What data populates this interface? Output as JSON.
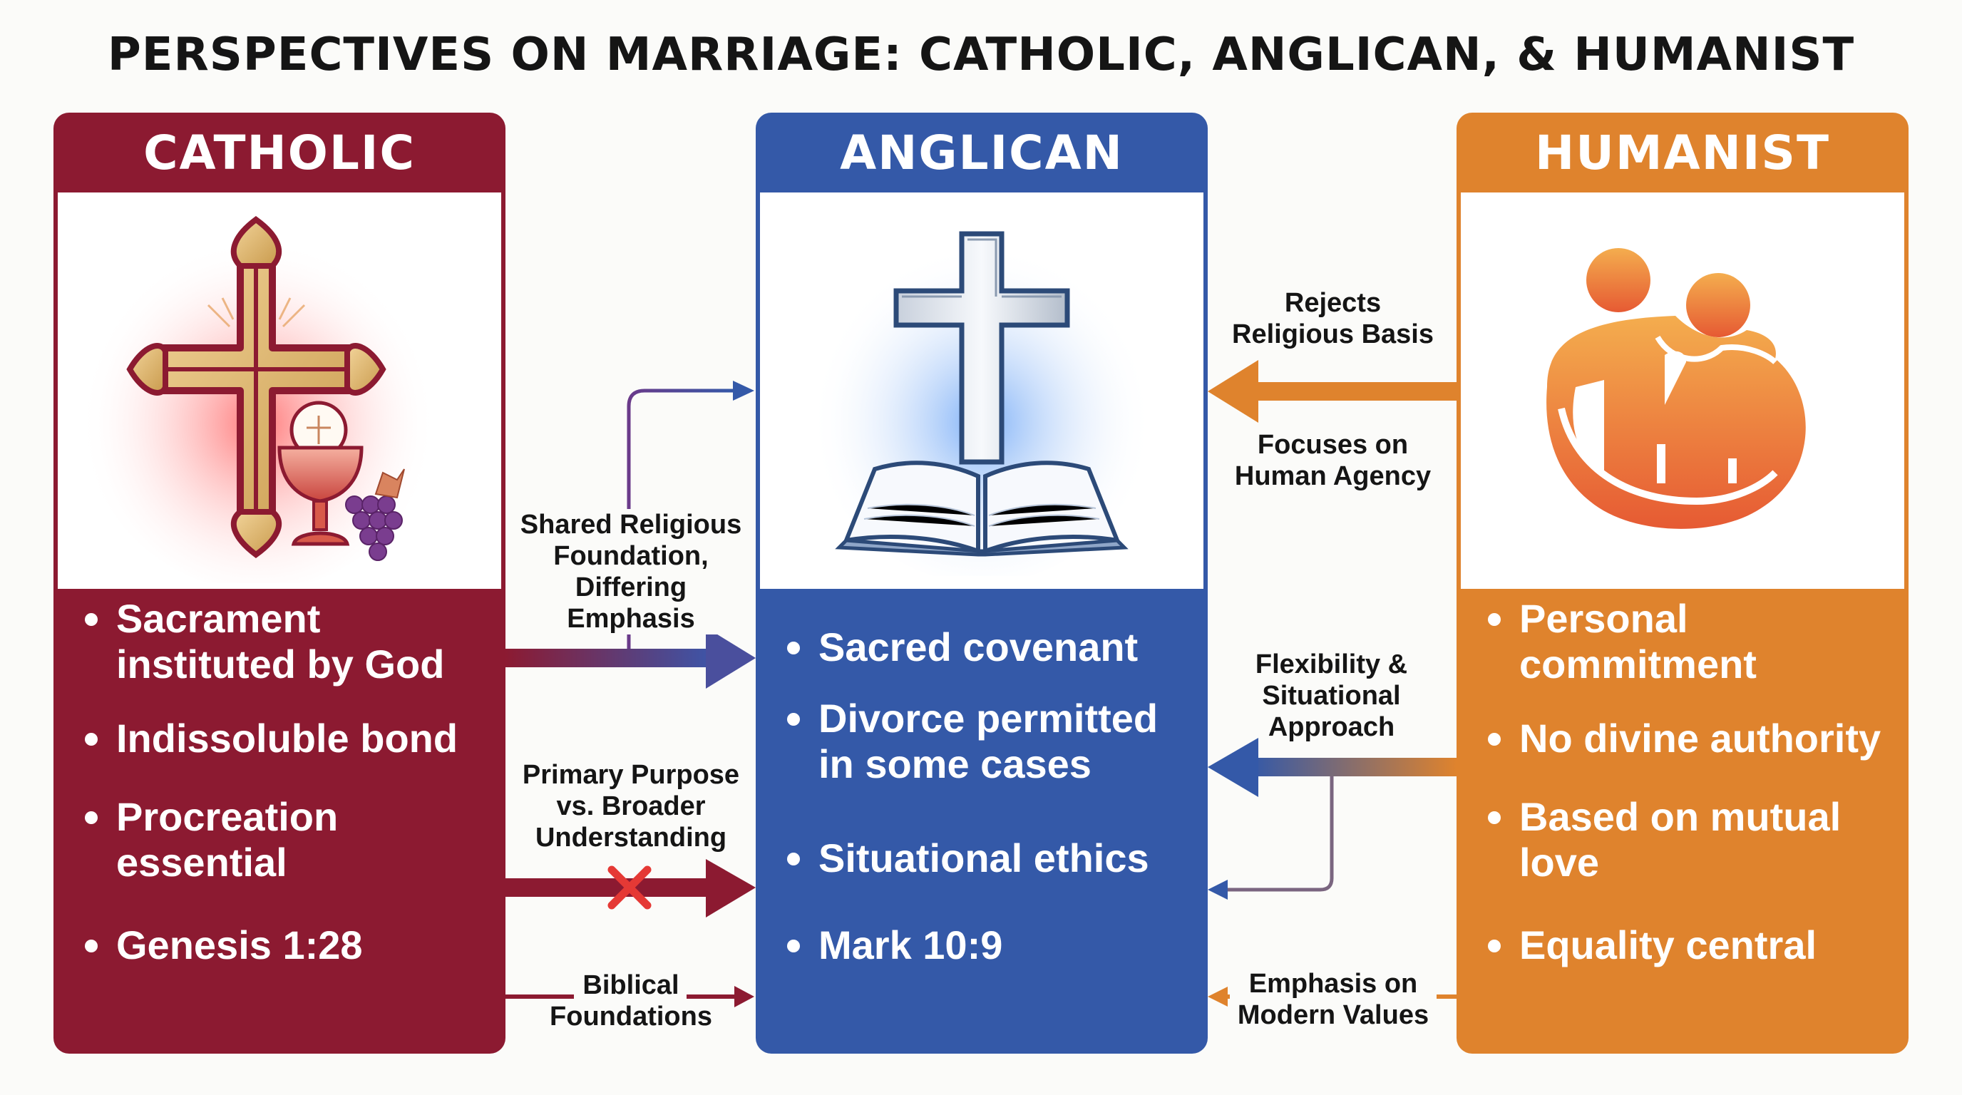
{
  "title": "PERSPECTIVES ON MARRIAGE: CATHOLIC, ANGLICAN, & HUMANIST",
  "colors": {
    "catholic": "#8c1a31",
    "anglican": "#3459a8",
    "humanist": "#df832d",
    "background": "#fbfbf9",
    "text": "#151515"
  },
  "panels": {
    "catholic": {
      "heading": "CATHOLIC",
      "icon": "ornate-cross-with-chalice-and-grapes-icon",
      "bullets": [
        "Sacrament instituted by God",
        "Indissoluble bond",
        "Procreation essential",
        "Genesis 1:28"
      ]
    },
    "anglican": {
      "heading": "ANGLICAN",
      "icon": "cross-over-open-bible-icon",
      "bullets": [
        "Sacred covenant",
        "Divorce permitted in some cases",
        "Situational ethics",
        "Mark 10:9"
      ]
    },
    "humanist": {
      "heading": "HUMANIST",
      "icon": "two-people-embrace-icon",
      "bullets": [
        "Personal commitment",
        "No divine authority",
        "Based on mutual love",
        "Equality central"
      ]
    }
  },
  "connectors": {
    "catholic_to_anglican": [
      {
        "label": "Shared Religious Foundation, Differing Emphasis",
        "from": "Catholic",
        "to": "Anglican",
        "style": "gradient-arrow"
      },
      {
        "label": "Primary Purpose vs. Broader Understanding",
        "from": "Catholic",
        "to": "Anglican",
        "style": "blocked-arrow",
        "marker": "red-x"
      },
      {
        "label": "Biblical Foundations",
        "from": "Catholic",
        "to": "Anglican",
        "style": "thin-arrow"
      }
    ],
    "humanist_to_anglican": [
      {
        "label": "Rejects Religious Basis",
        "from": "Humanist",
        "to": "Anglican",
        "style": "thick-arrow"
      },
      {
        "label": "Focuses on Human Agency",
        "from": "Humanist",
        "to": "Anglican",
        "style": "thick-arrow"
      },
      {
        "label": "Flexibility & Situational Approach",
        "from": "Humanist",
        "to": "Anglican",
        "style": "gradient-arrow"
      },
      {
        "label": "Emphasis on Modern Values",
        "from": "Humanist",
        "to": "Anglican",
        "style": "thin-arrow"
      }
    ]
  }
}
